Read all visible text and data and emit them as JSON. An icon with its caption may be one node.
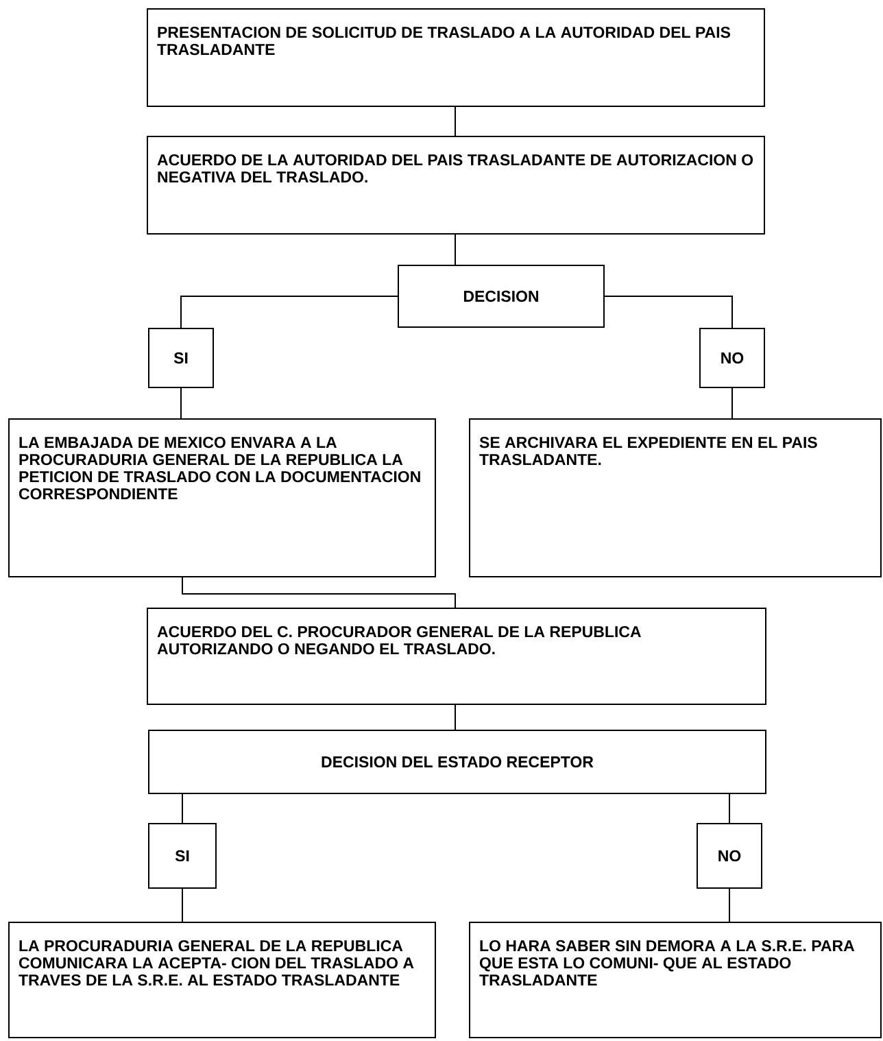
{
  "diagram": {
    "nodes": [
      {
        "text": [
          "PRESENTACION DE SOLICITUD DE TRASLADO A LA AUTORIDAD DEL PAIS TRASLADANTE"
        ]
      },
      {
        "text": [
          "ACUERDO DE LA AUTORIDAD DEL PAIS TRASLADANTE DE AUTORIZACION O NEGATIVA DEL TRASLADO."
        ]
      },
      {
        "text": [
          "DECISION"
        ]
      },
      {
        "text": [
          "SI"
        ]
      },
      {
        "text": [
          "NO"
        ]
      },
      {
        "text": [
          "LA EMBAJADA DE MEXICO ENVARA A LA PROCURADURIA GENERAL DE LA REPUBLICA LA PETICION DE TRASLADO CON LA DOCUMENTACION CORRESPONDIENTE"
        ]
      },
      {
        "text": [
          "SE ARCHIVARA EL EXPEDIENTE EN EL PAIS TRASLADANTE."
        ]
      },
      {
        "text": [
          "ACUERDO DEL C. PROCURADOR GENERAL DE LA REPUBLICA AUTORIZANDO O NEGANDO EL TRASLADO."
        ]
      },
      {
        "text": [
          "DECISION DEL ESTADO RECEPTOR"
        ]
      },
      {
        "text": [
          "SI"
        ]
      },
      {
        "text": [
          "NO"
        ]
      },
      {
        "text": [
          "LA PROCURADURIA GENERAL DE LA REPUBLICA COMUNICARA LA ACEPTA- CION DEL TRASLADO A TRAVES DE LA S.R.E. AL ESTADO TRASLADANTE"
        ]
      },
      {
        "text": [
          "LO HARA SABER SIN DEMORA A LA S.R.E. PARA QUE ESTA LO COMUNI- QUE AL ESTADO TRASLADANTE"
        ]
      }
    ],
    "edges": [
      {
        "from": 0,
        "to": 1,
        "arrow": "none"
      },
      {
        "from": 1,
        "to": 2,
        "arrow": "none"
      },
      {
        "from": 2,
        "to": 3,
        "arrow": "none"
      },
      {
        "from": 2,
        "to": 4,
        "arrow": "none"
      },
      {
        "from": 3,
        "to": 5,
        "arrow": "none"
      },
      {
        "from": 4,
        "to": 6,
        "arrow": "none"
      },
      {
        "from": 5,
        "to": 7,
        "arrow": "none"
      },
      {
        "from": 7,
        "to": 8,
        "arrow": "none"
      },
      {
        "from": 8,
        "to": 9,
        "arrow": "none"
      },
      {
        "from": 8,
        "to": 10,
        "arrow": "none"
      },
      {
        "from": 9,
        "to": 11,
        "arrow": "none"
      },
      {
        "from": 10,
        "to": 12,
        "arrow": "none"
      }
    ]
  }
}
